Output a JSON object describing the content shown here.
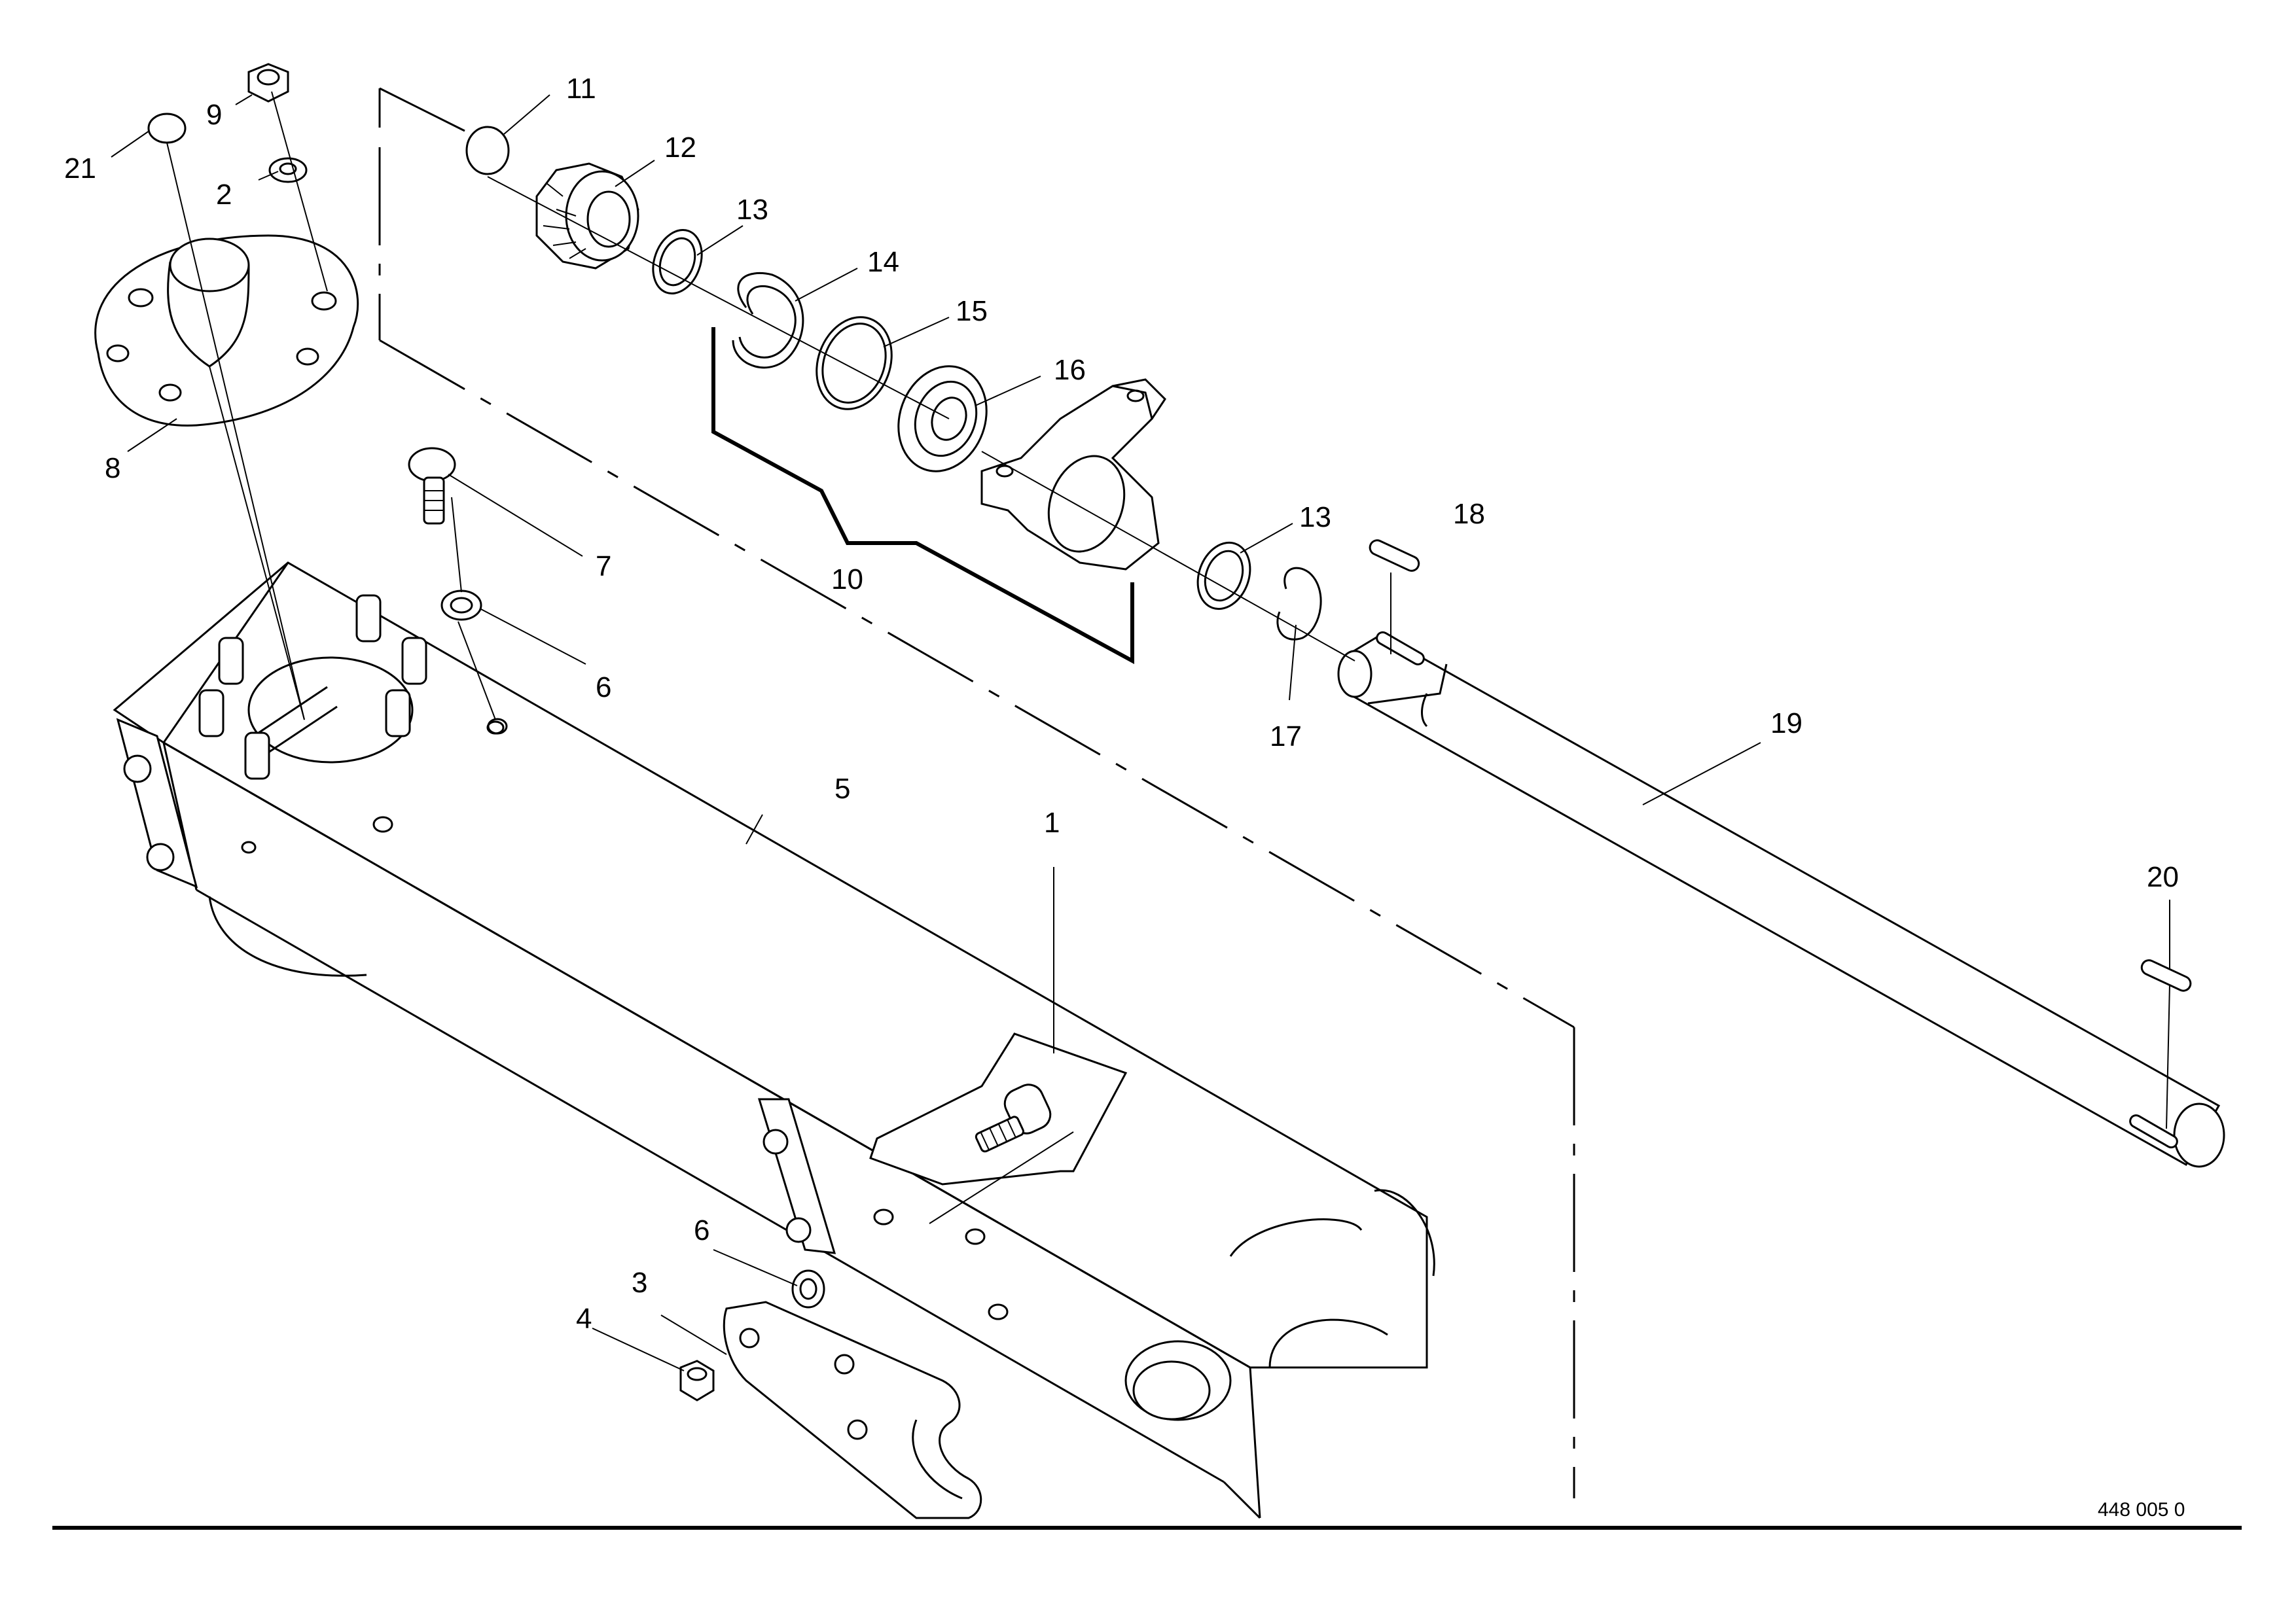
{
  "figure": {
    "document_number": "448 005 0",
    "callouts": {
      "c1": "1",
      "c2": "2",
      "c3": "3",
      "c4": "4",
      "c5": "5",
      "c6a": "6",
      "c6b": "6",
      "c7": "7",
      "c8": "8",
      "c9": "9",
      "c10": "10",
      "c11": "11",
      "c12": "12",
      "c13a": "13",
      "c13b": "13",
      "c14": "14",
      "c15": "15",
      "c16": "16",
      "c17": "17",
      "c18": "18",
      "c19": "19",
      "c20": "20",
      "c21": "21"
    }
  }
}
